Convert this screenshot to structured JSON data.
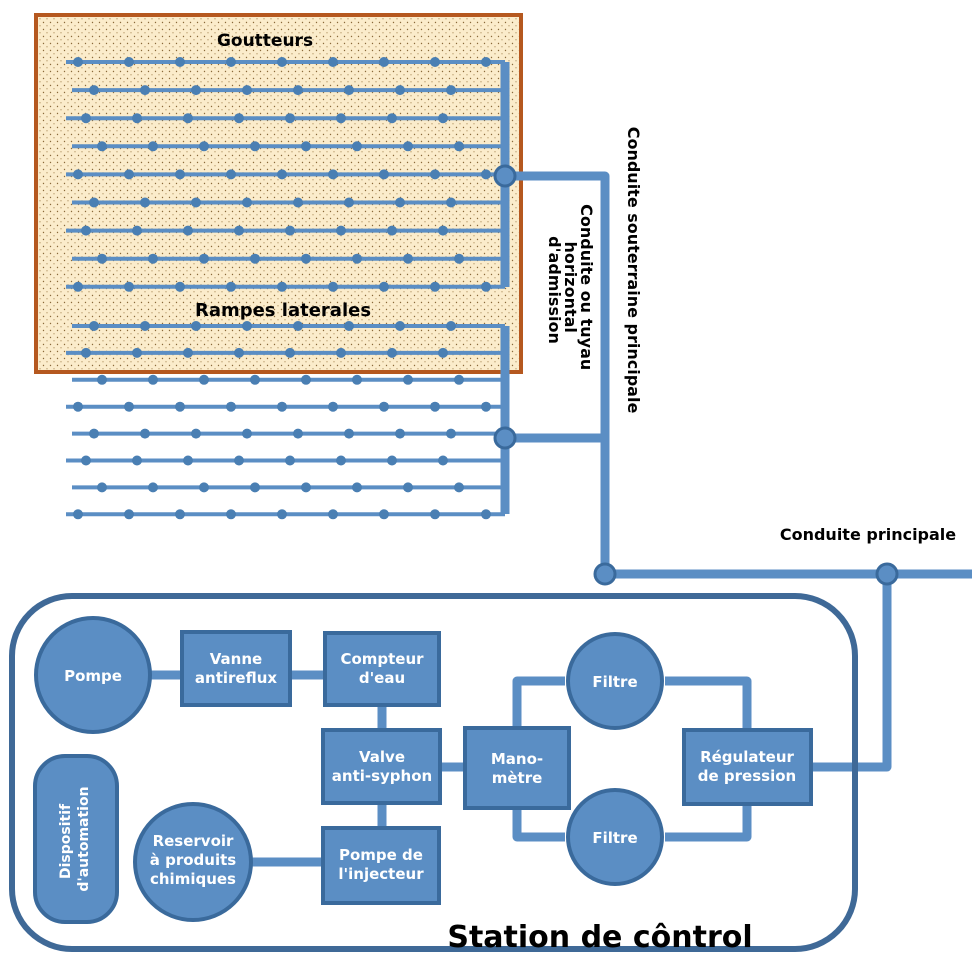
{
  "field": {
    "drippers_label": "Goutteurs",
    "laterals_label": "Rampes laterales",
    "inlet_pipe_label": [
      "Conduite ou tuyau",
      "horizontal",
      "d'admission"
    ]
  },
  "pipes": {
    "underground_main_label": "Conduite souterraine principale",
    "main_label": "Conduite principale"
  },
  "station": {
    "title": "Station de cô​ntrol",
    "components": {
      "pump": [
        "Pompe"
      ],
      "backflow_valve": [
        "Vanne",
        "antireflux"
      ],
      "water_meter": [
        "Compteur",
        "d'eau"
      ],
      "anti_siphon": [
        "Valve",
        "anti-syphon"
      ],
      "pressure_gauge": [
        "Mano-",
        "mètre"
      ],
      "filter_top": [
        "Filtre"
      ],
      "filter_bottom": [
        "Filtre"
      ],
      "pressure_regulator": [
        "Régulateur",
        "de pression"
      ],
      "automation": [
        "Dispositif",
        "d'automation"
      ],
      "chemical_tank": [
        "Reservoir",
        "à produits",
        "chimiques"
      ],
      "injector_pump": [
        "Pompe de",
        "l'injecteur"
      ]
    }
  },
  "colors": {
    "pipe": "#5b8ec4",
    "component_fill": "#5b8ec4",
    "component_stroke": "#3a6a9c",
    "field_fill": "#fbeccb",
    "field_border": "#b5581f",
    "station_border": "#3f6997"
  }
}
